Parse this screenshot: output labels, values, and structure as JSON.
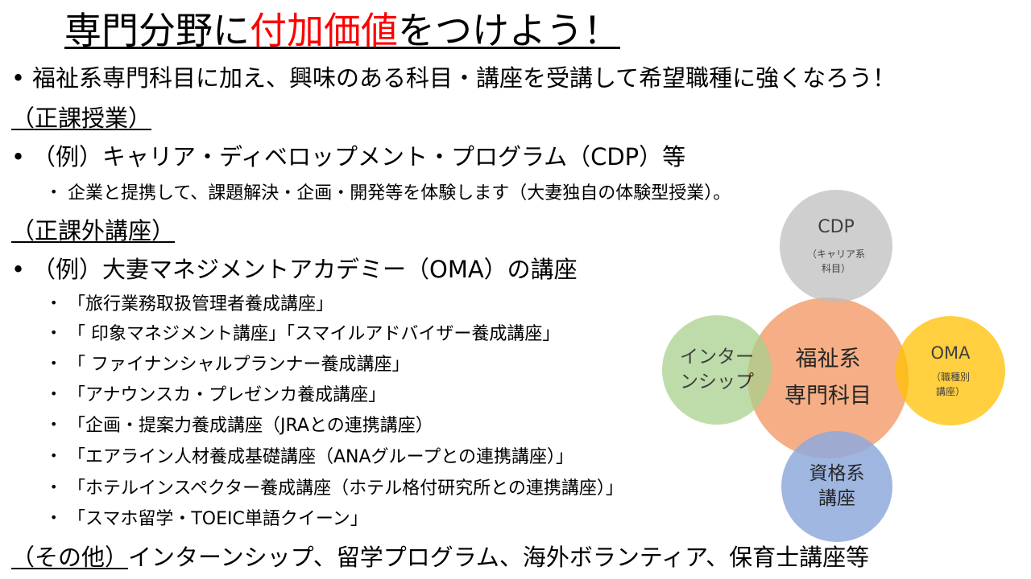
{
  "title": {
    "before": "専門分野に",
    "accent": "付加価値",
    "after": "をつけよう！",
    "accent_color": "#ff0000"
  },
  "intro": "福祉系専門科目に加え、興味のある科目・講座を受講して希望職種に強くなろう！",
  "sections": {
    "regular": {
      "heading": "（正課授業）",
      "item": "（例）キャリア・ディベロップメント・プログラム（CDP）等",
      "sub": "企業と提携して、課題解決・企画・開発等を体験します（大妻独自の体験型授業）。"
    },
    "extra": {
      "heading": "（正課外講座）",
      "item": "（例）大妻マネジメントアカデミー（OMA）の講座",
      "subs": [
        "「旅行業務取扱管理者養成講座」",
        "「 印象マネジメント講座」「スマイルアドバイザー養成講座」",
        "「 ファイナンシャルプランナー養成講座」",
        "「アナウンスカ・プレゼンカ養成講座」",
        "「企画・提案力養成講座（JRAとの連携講座）",
        "「エアライン人材養成基礎講座（ANAグループとの連携講座）」",
        "「ホテルインスペクター養成講座（ホテル格付研究所との連携講座）」",
        "「スマホ留学・TOEIC単語クイーン」"
      ]
    },
    "other": {
      "heading": "（その他）",
      "text": "インターンシップ、留学プログラム、海外ボランティア、保育士講座等"
    }
  },
  "bullet_glyph": "•",
  "diagram": {
    "center": {
      "line1": "福祉系",
      "line2": "専門科目",
      "color": "#f4a070"
    },
    "top": {
      "label": "CDP",
      "sub1": "（キャリア系",
      "sub2": "科目）",
      "color": "#bfbfbf"
    },
    "left": {
      "line1": "インター",
      "line2": "ンシップ",
      "color": "#a9d18e"
    },
    "right": {
      "label": "OMA",
      "sub1": "（職種別",
      "sub2": "講座）",
      "color": "#ffc000"
    },
    "bottom": {
      "line1": "資格系",
      "line2": "講座",
      "color": "#8faadc"
    }
  }
}
